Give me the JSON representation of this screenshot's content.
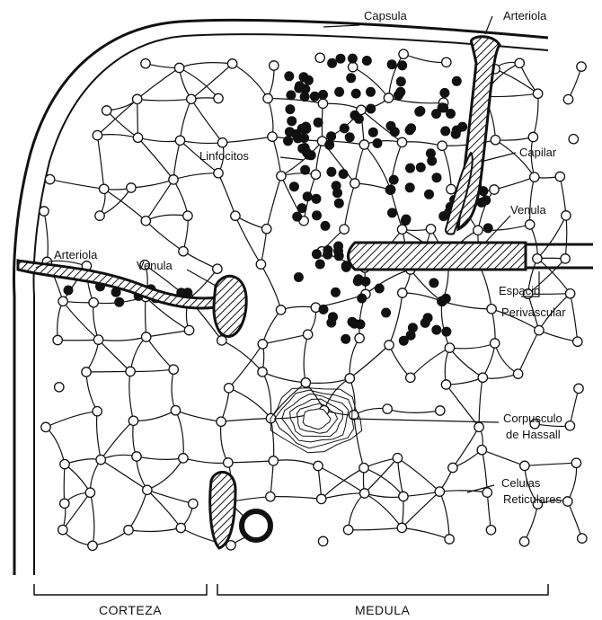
{
  "labels": {
    "capsula": "Capsula",
    "arteriola_top": "Arteriola",
    "linfocitos": "Linfocitos",
    "capilar": "Capilar",
    "venula_right": "Venula",
    "arteriola_left": "Arteriola",
    "venula_left": "Venula",
    "espacio": "Espacio",
    "perivascular": "Perivascular",
    "corpusculo": "Corpusculo",
    "de_hassall": "de Hassall",
    "celulas": "Celulas",
    "reticulares": "Reticulares",
    "corteza": "CORTEZA",
    "medula": "MEDULA"
  },
  "colors": {
    "ink": "#111111",
    "paper": "#ffffff"
  }
}
